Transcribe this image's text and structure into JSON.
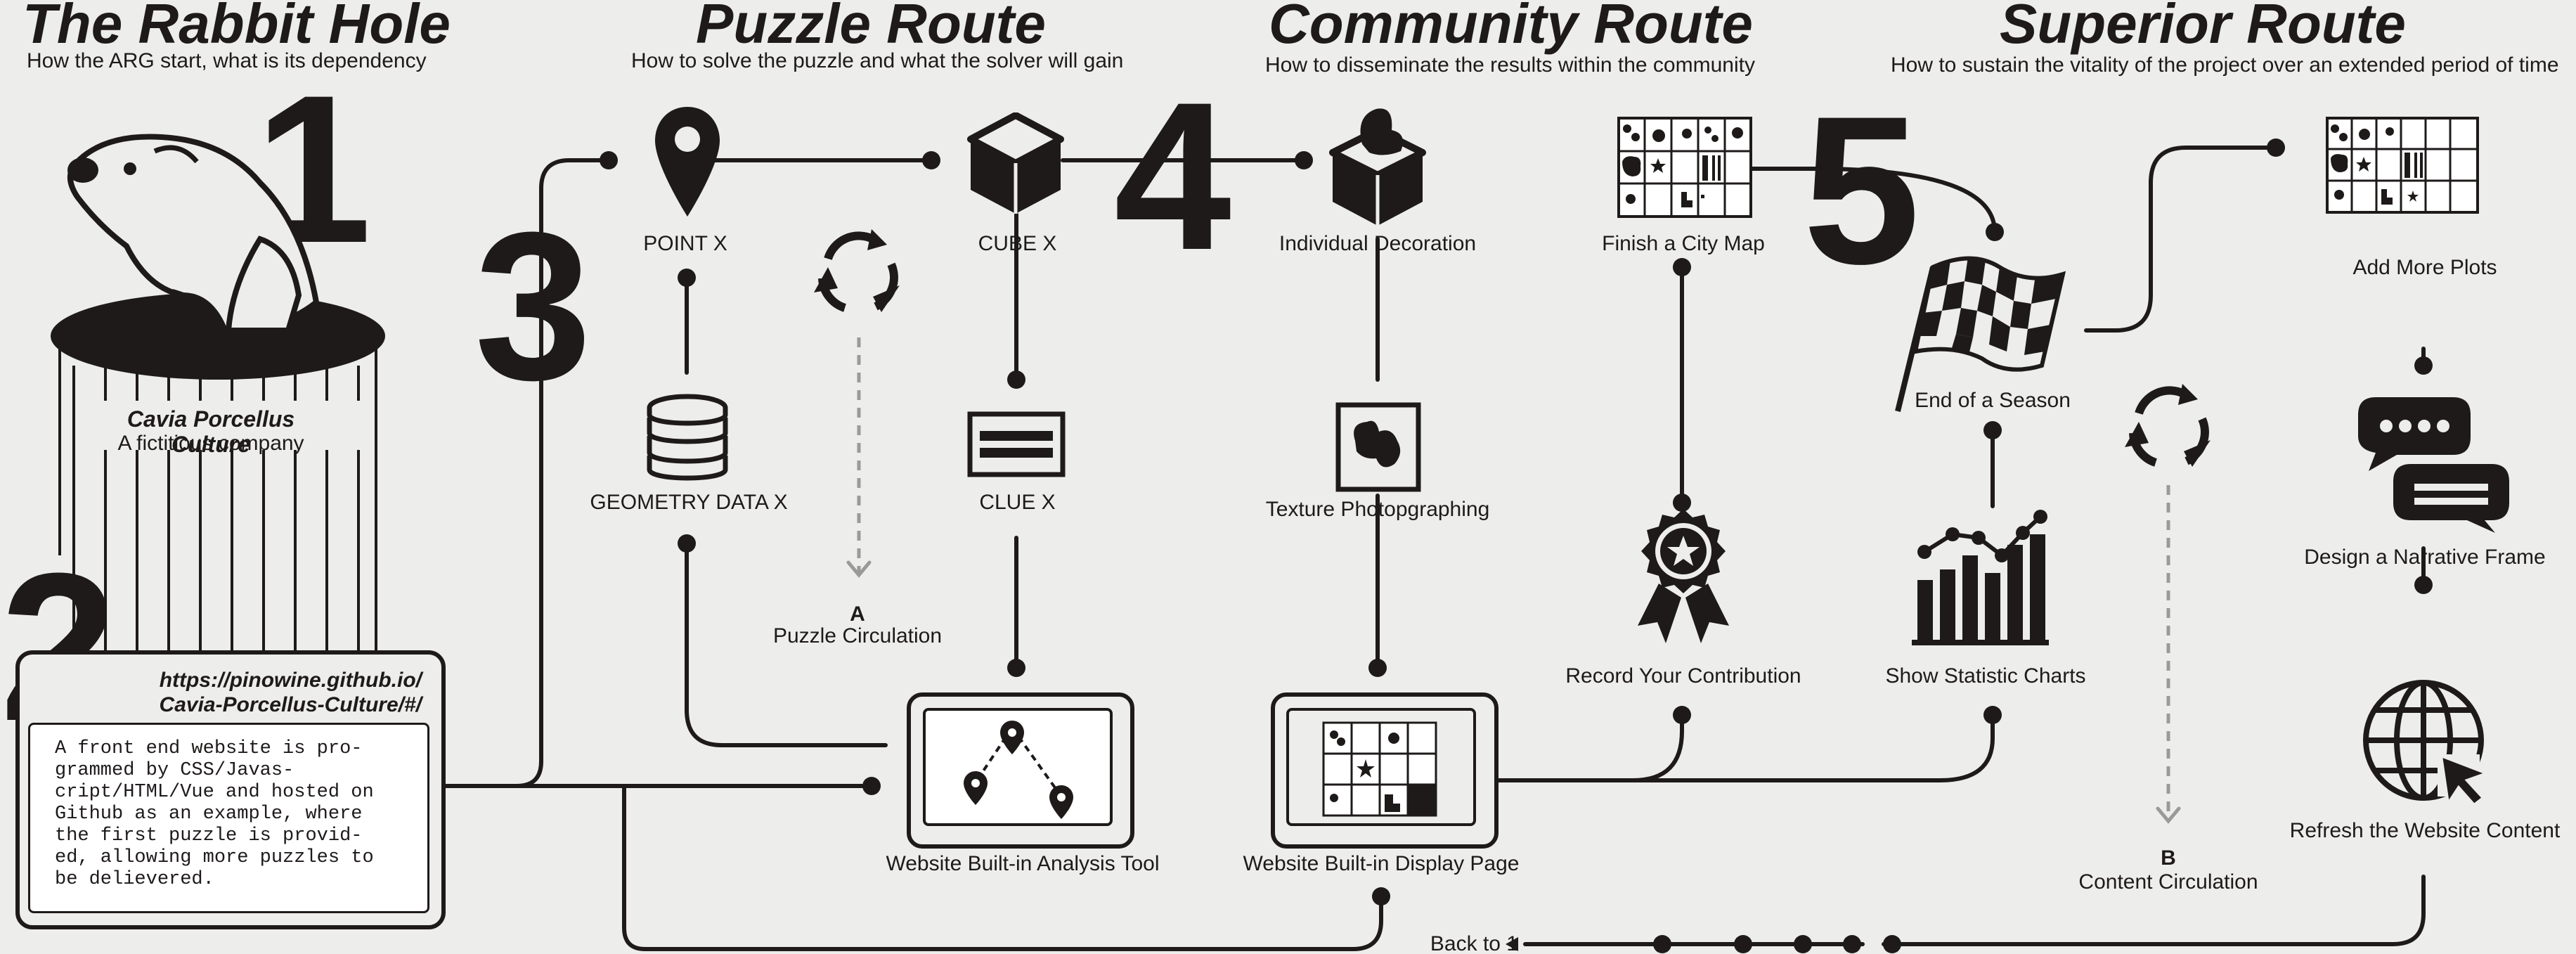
{
  "colors": {
    "ink": "#1e1a1a",
    "background": "#ededeb",
    "dashed": "#999999"
  },
  "headers": {
    "rabbit_hole": {
      "title": "The Rabbit Hole",
      "subtitle": "How the ARG start, what is its dependency"
    },
    "puzzle_route": {
      "title": "Puzzle Route",
      "subtitle": "How to solve the puzzle and what the solver will gain"
    },
    "community_route": {
      "title": "Community Route",
      "subtitle": "How to disseminate the results within the community"
    },
    "superior_route": {
      "title": "Superior Route",
      "subtitle": "How to sustain the vitality of the project over an extended period of time"
    }
  },
  "step_numbers": [
    "1",
    "2",
    "3",
    "4",
    "5"
  ],
  "culture": {
    "name": "Cavia Porcellus Culture",
    "tagline": "A fictitious company"
  },
  "website_card": {
    "url_line1": "https://pinowine.github.io/",
    "url_line2": "Cavia-Porcellus-Culture/#/",
    "description_lines": [
      "A front end website is pro-",
      "grammed by CSS/Javas-",
      "cript/HTML/Vue and hosted on",
      "Github as an example, where",
      "the first puzzle is provid-",
      "ed, allowing more puzzles to",
      "be delievered."
    ]
  },
  "nodes": {
    "point_x": "POINT X",
    "cube_x": "CUBE X",
    "geometry_data_x": "GEOMETRY DATA X",
    "clue_x": "CLUE X",
    "puzzle_circulation_letter": "A",
    "puzzle_circulation": "Puzzle Circulation",
    "analysis_tool": "Website Built-in Analysis Tool",
    "individual_decoration": "Individual Decoration",
    "texture_photographing": "Texture Photopgraphing",
    "display_page": "Website Built-in Display Page",
    "finish_city_map": "Finish a City Map",
    "record_contribution": "Record Your Contribution",
    "end_of_season": "End of a Season",
    "show_statistic_charts": "Show Statistic Charts",
    "content_circulation_letter": "B",
    "content_circulation": "Content Circulation",
    "add_more_plots": "Add More Plots",
    "design_narrative_frame": "Design a Narrative Frame",
    "refresh_website_content": "Refresh the Website Content",
    "back_to_1": "Back to 1"
  },
  "icons": [
    "guinea-pig-icon",
    "map-pin-icon",
    "cube-icon",
    "recycle-icon",
    "database-icon",
    "clue-card-icon",
    "map-pins-icon",
    "decorated-cube-icon",
    "texture-photo-icon",
    "city-map-grid-icon",
    "award-badge-icon",
    "checkered-flag-icon",
    "bar-chart-icon",
    "chat-bubbles-icon",
    "globe-cursor-icon"
  ]
}
